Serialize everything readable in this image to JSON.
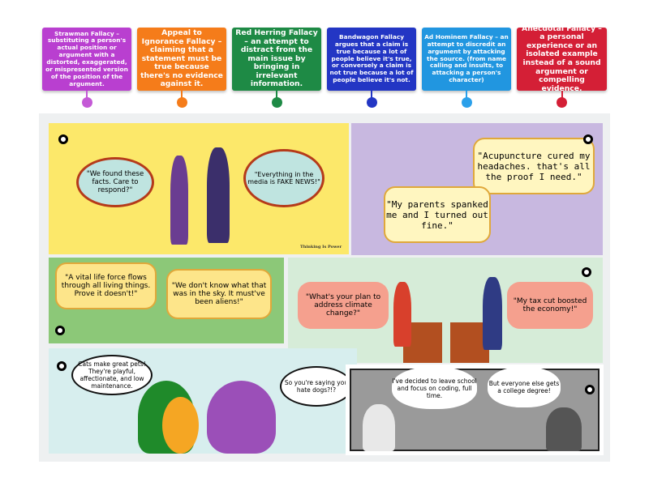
{
  "cards": [
    {
      "label": "Strawman Fallacy – substituting a person's actual position or argument with a distorted, exaggerated, or mispresented version of the position of the argument.",
      "color": "#b93fd0",
      "pin": "#c45ad6"
    },
    {
      "label": "Appeal to Ignorance Fallacy – claiming that a statement must be true because there's no evidence against it.",
      "color": "#f57c1a",
      "pin": "#f57c1a"
    },
    {
      "label": "Red Herring Fallacy – an attempt to distract from the main issue by bringing in irrelevant information.",
      "color": "#1e8a45",
      "pin": "#1e8a45"
    },
    {
      "label": "Bandwagon Fallacy argues that a claim is true because a lot of people believe it's true, or conversely a claim is not true because a lot of people believe it's not.",
      "color": "#2336c4",
      "pin": "#2336c4"
    },
    {
      "label": "Ad Hominem Fallacy – an attempt to discredit an argument by attacking the source. (from name calling and insults, to attacking a person's character)",
      "color": "#2196e0",
      "pin": "#2ba0ea"
    },
    {
      "label": "Anecdotal Fallacy – a personal experience or an isolated example instead of a sound argument or compelling evidence.",
      "color": "#d41f36",
      "pin": "#d41f36"
    }
  ],
  "panels": {
    "p1": {
      "left": "\"We found these facts. Care to respond?\"",
      "right": "\"Everything in the media is FAKE NEWS!\"",
      "logo": "Thinking Is Power"
    },
    "p2": {
      "top": "\"Acupuncture cured my headaches. that's all the proof I need.\"",
      "bottom": "\"My parents spanked me and I turned out fine.\""
    },
    "p3": {
      "left": "\"A vital life force flows through all living things. Prove it doesn't!\"",
      "right": "\"We don't know what that was in the sky. It must've been aliens!\""
    },
    "p4": {
      "left": "\"What's your plan to address climate change?\"",
      "right": "\"My tax cut boosted the economy!\""
    },
    "p5": {
      "left": "Cats make great pets! They're playful, affectionate, and low maintenance.",
      "right": "So you're saying you hate dogs?!?"
    },
    "p6": {
      "left": "I've decided to leave school and focus on coding, full time.",
      "right": "But everyone else gets a college degree!"
    }
  }
}
